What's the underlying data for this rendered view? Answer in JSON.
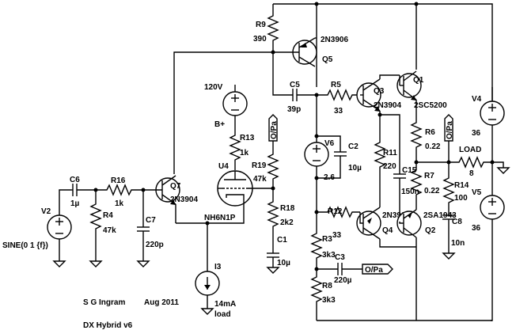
{
  "labels": {
    "r9": "R9",
    "r9v": "390",
    "q5t": "2N3906",
    "q5": "Q5",
    "v120": "120V",
    "bplus": "B+",
    "r13": "R13",
    "r13v": "1k",
    "c5": "C5",
    "c5v": "39p",
    "r5": "R5",
    "r5v": "33",
    "q3": "Q3",
    "q3t": "2N3904",
    "q1": "Q1",
    "q1t": "2SC5200",
    "v4": "V4",
    "v4v": "36",
    "opa1": "O/Pa",
    "opa2": "O/Pa",
    "opa3": "O/Pa",
    "r6": "R6",
    "r6v": "0.22",
    "load": "LOAD",
    "loadv": "8",
    "u4": "U4",
    "tube": "NH6N1P",
    "r19": "R19",
    "r19v": "47k",
    "v6": "V6",
    "v6v": "2.6",
    "c2": "C2",
    "c2v": "10µ",
    "r11": "R11",
    "r11v": "220",
    "c15": "C15",
    "c15v": "150n",
    "r7": "R7",
    "r7v": "0.22",
    "r14": "R14",
    "r14v": "100",
    "v5": "V5",
    "v5v": "36",
    "c6": "C6",
    "c6v": "1µ",
    "r16": "R16",
    "r16v": "1k",
    "q7": "Q7",
    "q7t": "2N3904",
    "r4": "R4",
    "r4v": "47k",
    "c7": "C7",
    "c7v": "220p",
    "v2": "V2",
    "sine": "SINE(0 1 {f})",
    "r18": "R18",
    "r18v": "2k2",
    "c1": "C1",
    "c1v": "10µ",
    "r12": "R12",
    "r12v": "33",
    "q4t": "2N3906",
    "q4": "Q4",
    "q2t": "2SA1943",
    "q2": "Q2",
    "c8": "C8",
    "c8v": "10n",
    "r3": "R3",
    "r3v": "3k3",
    "c3": "C3",
    "c3v": "220µ",
    "r8": "R8",
    "r8v": "3k3",
    "i3": "I3",
    "i3v": "14mA",
    "i3load": "load",
    "author": "S G Ingram",
    "date": "Aug 2011",
    "design": "DX Hybrid v6"
  }
}
